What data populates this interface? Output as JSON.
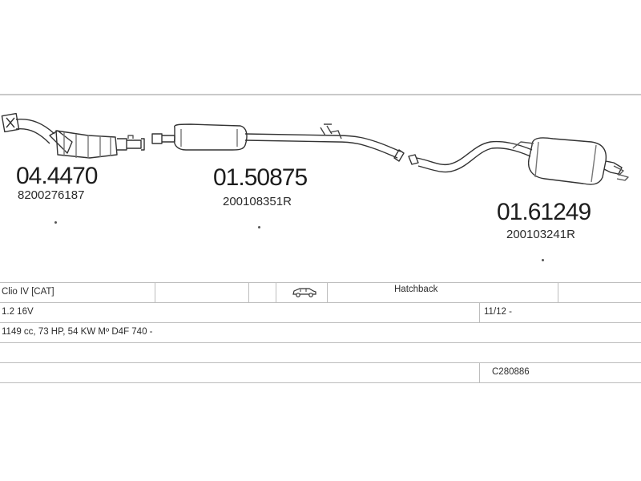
{
  "parts": [
    {
      "number": "04.4470",
      "oem": "8200276187"
    },
    {
      "number": "01.50875",
      "oem": "200108351R"
    },
    {
      "number": "01.61249",
      "oem": "200103241R"
    }
  ],
  "vehicle": {
    "model": "Clio IV  [CAT]",
    "body_icon": "car-icon",
    "body_type": "Hatchback",
    "engine": "1.2 16V",
    "date_from": "11/12 -",
    "specs": "1149 cc, 73 HP, 54 KW  Mº D4F 740 -",
    "catalog_code": "C280886"
  }
}
